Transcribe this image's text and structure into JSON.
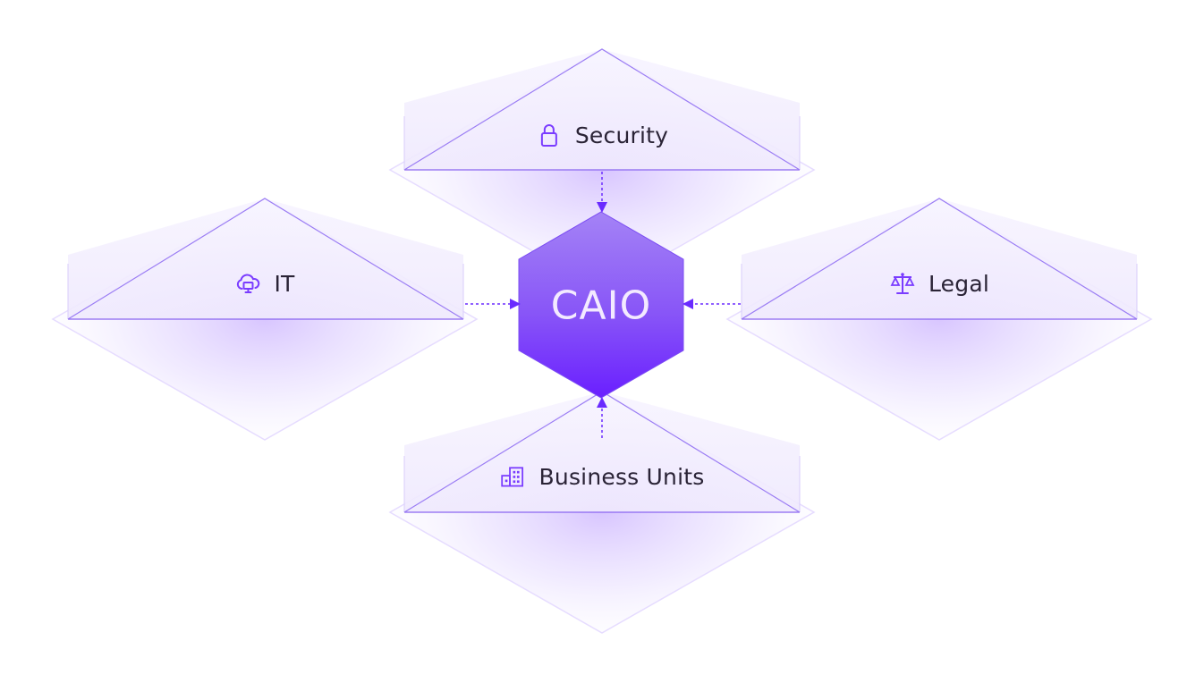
{
  "center": {
    "label": "CAIO"
  },
  "nodes": [
    {
      "id": "security",
      "label": "Security",
      "icon": "lock-icon"
    },
    {
      "id": "it",
      "label": "IT",
      "icon": "cloud-monitor-icon"
    },
    {
      "id": "legal",
      "label": "Legal",
      "icon": "scales-icon"
    },
    {
      "id": "business",
      "label": "Business Units",
      "icon": "building-icon"
    }
  ],
  "colors": {
    "accent": "#7a3cff",
    "hex_top": "#9a78f7",
    "hex_bottom": "#6a1fff",
    "text": "#2a2336"
  }
}
